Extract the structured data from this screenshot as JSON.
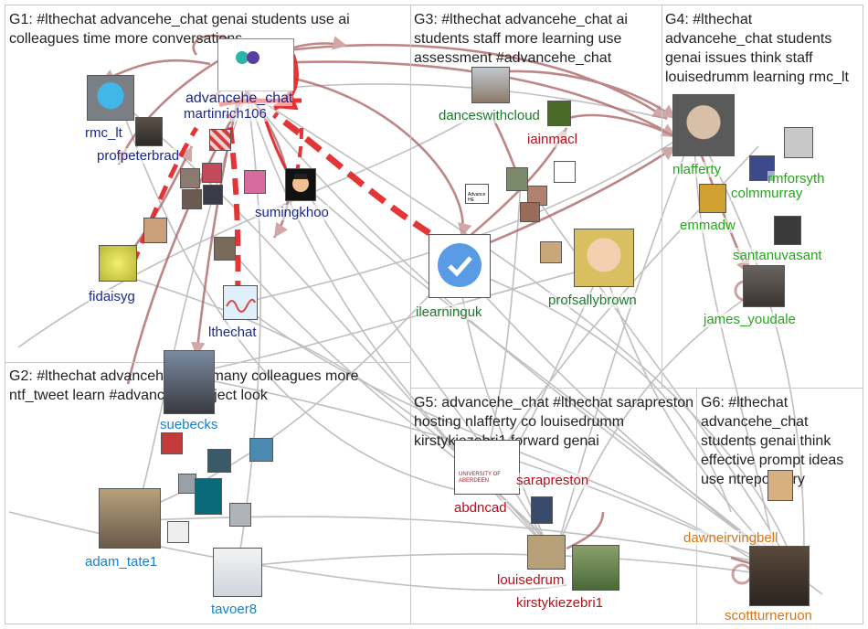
{
  "groups": [
    {
      "id": "G1",
      "title": "G1: #lthechat advancehe_chat genai students use ai colleagues time more conversations"
    },
    {
      "id": "G2",
      "title": "G2: #lthechat advancehe_chat many colleagues more ntf_tweet learn #advancehe project look"
    },
    {
      "id": "G3",
      "title": "G3: #lthechat advancehe_chat ai students staff more learning use assessment #advancehe_chat"
    },
    {
      "id": "G4",
      "title": "G4: #lthechat advancehe_chat students genai issues think staff louisedrumm learning rmc_lt"
    },
    {
      "id": "G5",
      "title": "G5: advancehe_chat #lthechat sarapreston hosting nlafferty co louisedrumm kirstykiezebri1 forward genai"
    },
    {
      "id": "G6",
      "title": "G6: #lthechat advancehe_chat students genai think effective prompt ideas use ntrepository"
    }
  ],
  "nodes": {
    "advancehe_chat": "advancehe_chat",
    "martinrich106": "martinrich106",
    "rmc_lt": "rmc_lt",
    "profpeterbrad": "profpeterbrad",
    "sumingkhoo": "sumingkhoo",
    "fidaisyg": "fidaisyg",
    "lthechat": "lthechat",
    "suebecks": "suebecks",
    "adam_tate1": "adam_tate1",
    "tavoer8": "tavoer8",
    "danceswithcloud": "danceswithcloud",
    "iainmacl": "iainmacl",
    "ilearninguk": "ilearninguk",
    "profsallybrown": "profsallybrown",
    "nlafferty": "nlafferty",
    "rmforsyth": "rmforsyth",
    "colmmurray": "colmmurray",
    "emmadw": "emmadw",
    "santanuvasant": "santanuvasant",
    "james_youdale": "james_youdale",
    "sarapreston": "sarapreston",
    "abdncad": "abdncad",
    "louisedrumm": "louisedrum",
    "kirstykiezebri1": "kirstykiezebri1",
    "dawneirvingbell": "dawneirvingbell",
    "scottturneruon": "scottturneruon"
  },
  "logos": {
    "aberdeen": "UNIVERSITY OF ABERDEEN",
    "advancehe_small": "Advance HE"
  },
  "colors": {
    "G1": "#1b2a8a",
    "G2": "#1a7fc8",
    "G3": "#1f7a2e",
    "G4": "#23a81a",
    "G5": "#b3121a",
    "G6": "#d2781c",
    "edge_gray": "#b0b0b0",
    "edge_red": "#e02020",
    "edge_brown": "#a05050"
  }
}
